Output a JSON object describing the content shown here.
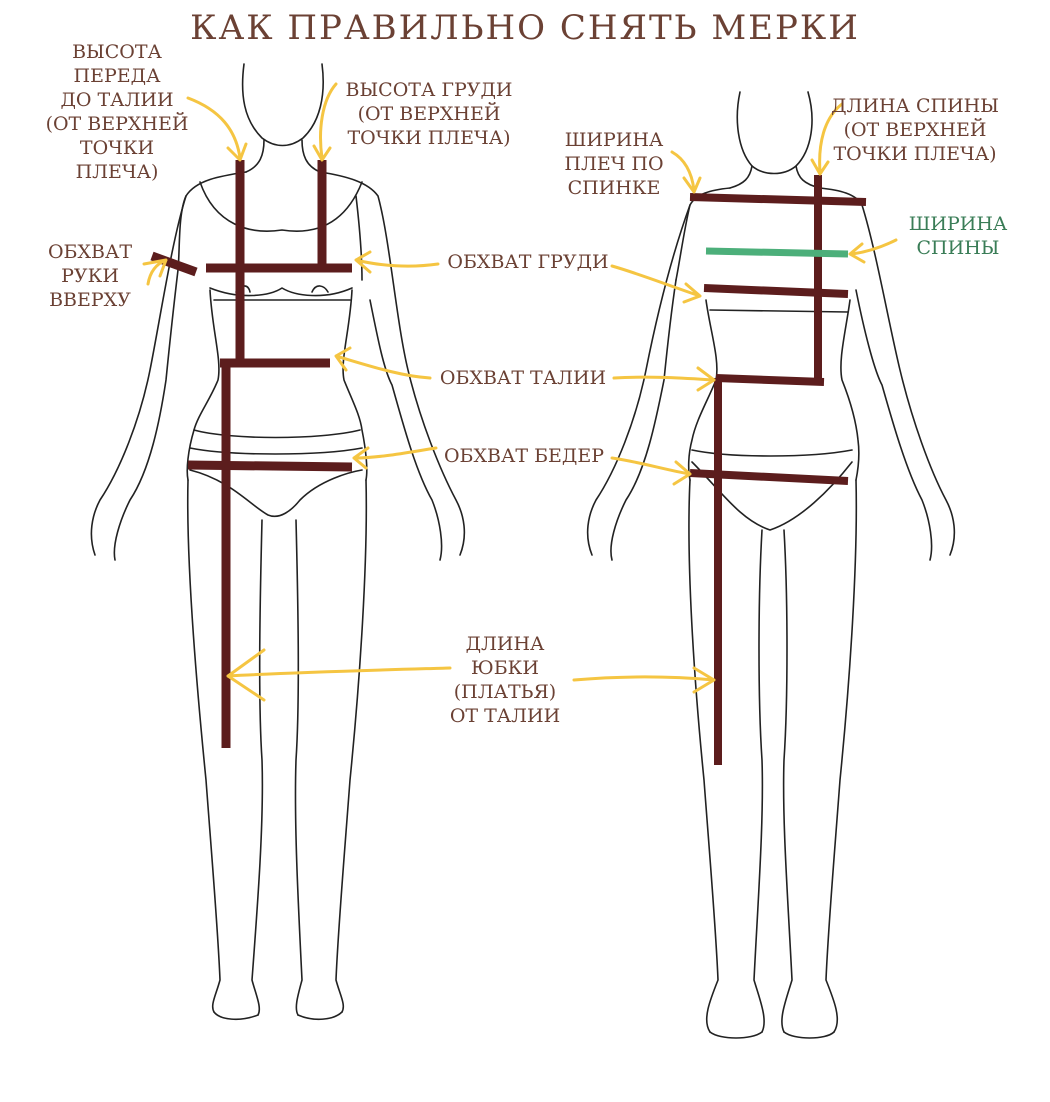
{
  "title": "КАК ПРАВИЛЬНО СНЯТЬ МЕРКИ",
  "colors": {
    "text": "#6b4134",
    "measure_line": "#5c1d1d",
    "arrow": "#f5c542",
    "back_width_line": "#4caf7a",
    "back_width_text": "#3a7d57",
    "outline": "#222222"
  },
  "labels": {
    "front_height_to_waist": "ВЫСОТА\nПЕРЕДА\nДО ТАЛИИ\n(ОТ ВЕРХНЕЙ\nТОЧКИ\nПЛЕЧА)",
    "bust_height": "ВЫСОТА ГРУДИ\n(ОТ ВЕРХНЕЙ\nТОЧКИ ПЛЕЧА)",
    "upper_arm_girth": "ОБХВАТ\nРУКИ\nВВЕРХУ",
    "shoulder_width_back": "ШИРИНА\nПЛЕЧ ПО\nСПИНКЕ",
    "back_length": "ДЛИНА СПИНЫ\n(ОТ ВЕРХНЕЙ\nТОЧКИ ПЛЕЧА)",
    "back_width": "ШИРИНА\nСПИНЫ",
    "bust_girth": "ОБХВАТ ГРУДИ",
    "waist_girth": "ОБХВАТ ТАЛИИ",
    "hip_girth": "ОБХВАТ БЕДЕР",
    "skirt_length": "ДЛИНА\nЮБКИ\n(ПЛАТЬЯ)\nОТ ТАЛИИ"
  }
}
